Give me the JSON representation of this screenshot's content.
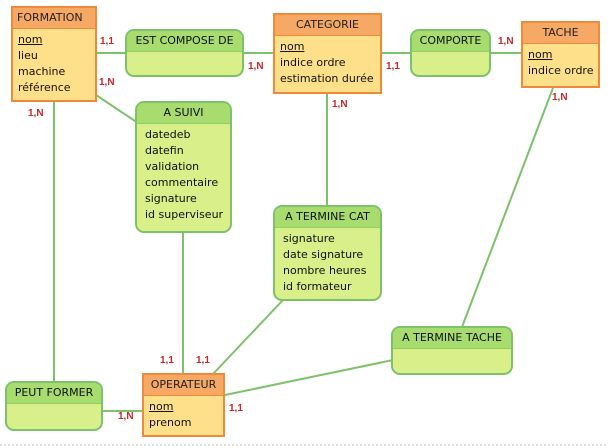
{
  "entities": {
    "formation": {
      "title": "FORMATION",
      "id_attr": "nom",
      "attrs": [
        "lieu",
        "machine",
        "référence"
      ]
    },
    "categorie": {
      "title": "CATEGORIE",
      "id_attr": "nom",
      "attrs": [
        "indice ordre",
        "estimation durée"
      ]
    },
    "tache": {
      "title": "TACHE",
      "id_attr": "nom",
      "attrs": [
        "indice ordre"
      ]
    },
    "operateur": {
      "title": "OPERATEUR",
      "id_attr": "nom",
      "attrs": [
        "prenom"
      ]
    }
  },
  "associations": {
    "est_compose_de": {
      "title": "EST COMPOSE DE",
      "attrs": []
    },
    "comporte": {
      "title": "COMPORTE",
      "attrs": []
    },
    "a_suivi": {
      "title": "A SUIVI",
      "attrs": [
        "datedeb",
        "datefin",
        "validation",
        "commentaire",
        "signature",
        "id superviseur"
      ]
    },
    "a_termine_cat": {
      "title": "A TERMINE CAT",
      "attrs": [
        "signature",
        "date signature",
        "nombre heures",
        "id formateur"
      ]
    },
    "a_termine_tache": {
      "title": "A TERMINE TACHE",
      "attrs": []
    },
    "peut_former": {
      "title": "PEUT FORMER",
      "attrs": []
    }
  },
  "cardinalities": {
    "formation_est_compose_de": "1,1",
    "categorie_est_compose_de": "1,N",
    "categorie_comporte": "1,1",
    "tache_comporte": "1,N",
    "formation_a_suivi": "1,N",
    "formation_peut_former": "1,N",
    "categorie_a_termine_cat": "1,N",
    "tache_a_termine_tache": "1,N",
    "operateur_a_suivi": "1,1",
    "operateur_a_termine_cat": "1,1",
    "operateur_peut_former": "1,N",
    "operateur_a_termine_tache": "1,1"
  },
  "colors": {
    "entity_fill": "#ffe08a",
    "entity_header": "#f6a865",
    "entity_border": "#f08a3a",
    "assoc_fill": "#d8ef8a",
    "assoc_header": "#a8dc6e",
    "assoc_border": "#7cc26a",
    "cardinality": "#c62828"
  }
}
